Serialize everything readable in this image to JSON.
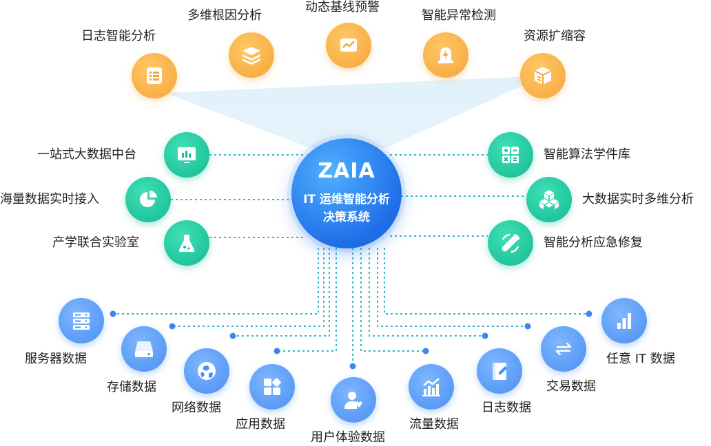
{
  "center": {
    "title": "ZAIA",
    "subtitle": "IT 运维智能分析决策系统"
  },
  "top_nodes": [
    {
      "label": "日志智能分析",
      "icon": "list-icon"
    },
    {
      "label": "多维根因分析",
      "icon": "layers-icon"
    },
    {
      "label": "动态基线预警",
      "icon": "trend-chart-icon"
    },
    {
      "label": "智能异常检测",
      "icon": "alarm-light-icon"
    },
    {
      "label": "资源扩缩容",
      "icon": "server-box-icon"
    }
  ],
  "left_nodes": [
    {
      "label": "一站式大数据中台",
      "icon": "monitor-chart-icon"
    },
    {
      "label": "海量数据实时接入",
      "icon": "pie-chart-icon"
    },
    {
      "label": "产学联合实验室",
      "icon": "flask-icon"
    }
  ],
  "right_nodes": [
    {
      "label": "智能算法学件库",
      "icon": "calculator-icon"
    },
    {
      "label": "大数据实时多维分析",
      "icon": "cubes-icon"
    },
    {
      "label": "智能分析应急修复",
      "icon": "wrench-icon"
    }
  ],
  "bottom_nodes": [
    {
      "label": "服务器数据",
      "icon": "server-rack-icon"
    },
    {
      "label": "存储数据",
      "icon": "storage-drive-icon"
    },
    {
      "label": "网络数据",
      "icon": "globe-icon"
    },
    {
      "label": "应用数据",
      "icon": "app-grid-icon"
    },
    {
      "label": "用户体验数据",
      "icon": "user-heart-icon"
    },
    {
      "label": "流量数据",
      "icon": "traffic-chart-icon"
    },
    {
      "label": "日志数据",
      "icon": "log-book-icon"
    },
    {
      "label": "交易数据",
      "icon": "exchange-arrows-icon"
    },
    {
      "label": "任意 IT 数据",
      "icon": "bar-chart-icon"
    }
  ],
  "colors": {
    "orange": "#f6a53a",
    "green": "#16b993",
    "blue": "#4a8ff2",
    "center": "#1f6fe8",
    "connector": "#2fb7c9"
  }
}
